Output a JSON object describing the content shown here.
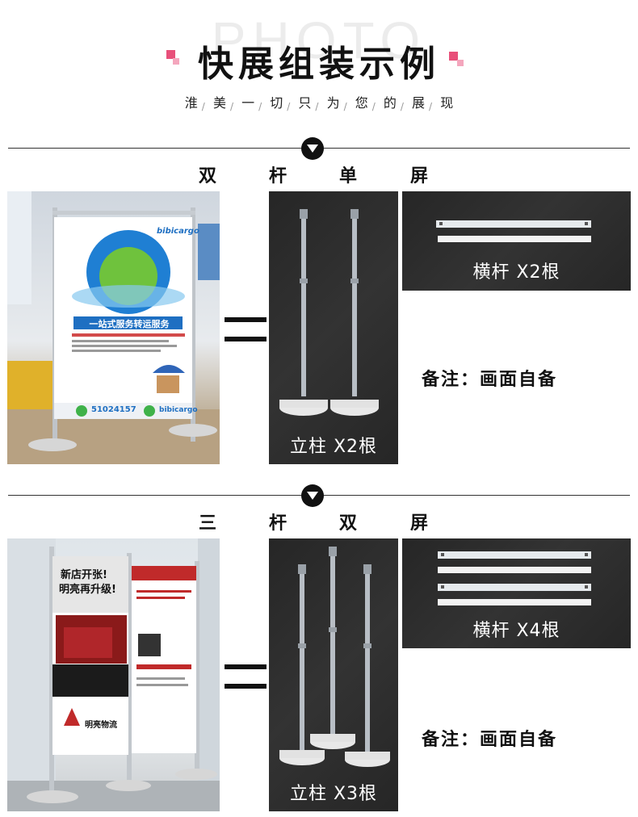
{
  "header": {
    "bg_word": "PHOTO",
    "title": "快展组装示例",
    "subtitle_chars": [
      "淮",
      "美",
      "一",
      "切",
      "只",
      "为",
      "您",
      "的",
      "展",
      "现"
    ],
    "accent_color": "#e8507a"
  },
  "section1": {
    "title_chars": [
      "双",
      "杆",
      "单",
      "屏"
    ],
    "poster": {
      "logo": "bibicargo",
      "headline": "一站式服务转运服务",
      "phone": "51024157",
      "brand": "bibicargo"
    },
    "posts_label": "立柱 X2根",
    "bars_label": "横杆 X2根",
    "note": "备注：画面自备"
  },
  "section2": {
    "title_chars": [
      "三",
      "杆",
      "双",
      "屏"
    ],
    "poster_left": {
      "headline1": "新店开张!",
      "headline2": "明亮再升级!",
      "brand": "明亮物流"
    },
    "posts_label": "立柱 X3根",
    "bars_label": "横杆 X4根",
    "note": "备注：画面自备"
  },
  "icons": {
    "marker": "chevron-down-icon",
    "equals": "equals-icon"
  }
}
